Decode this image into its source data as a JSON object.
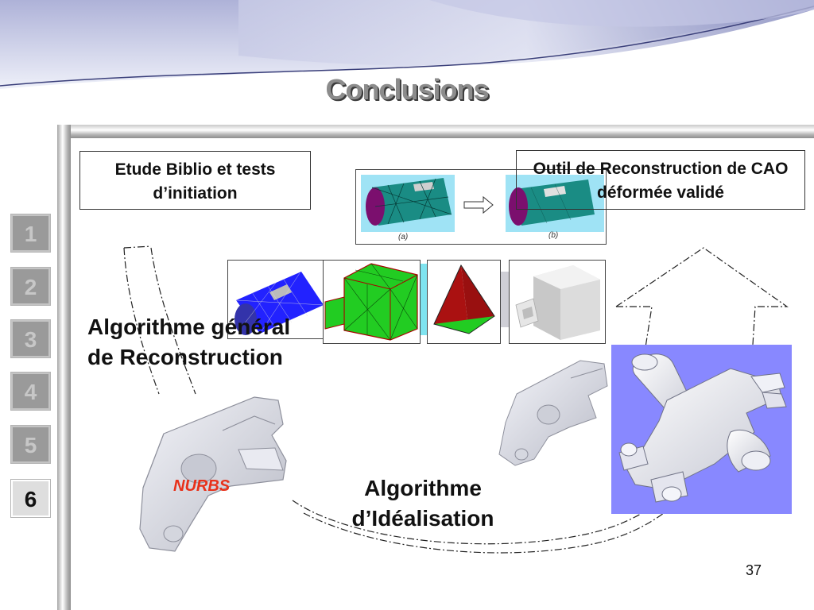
{
  "slide": {
    "title": "Conclusions",
    "page_number": "37"
  },
  "nav": {
    "items": [
      "1",
      "2",
      "3",
      "4",
      "5",
      "6"
    ],
    "active": "6"
  },
  "boxes": {
    "biblio": "Etude Biblio et tests d’initiation",
    "outil": "Outil de Reconstruction de CAO déformée validé"
  },
  "figure_labels": {
    "a": "(a)",
    "b": "(b)"
  },
  "labels": {
    "algo_general_line1": "Algorithme général",
    "algo_general_line2": "de Reconstruction",
    "algo_ideal_line1": "Algorithme",
    "algo_ideal_line2": "d’Idéalisation",
    "nurbs": "NURBS"
  },
  "colors": {
    "nurbs": "#e8311a",
    "mesh_teal": "#1a8c84",
    "mesh_blue": "#2222ff",
    "mesh_green": "#22cc22",
    "tetra_red": "#aa1111",
    "part_panel": "#8888ff",
    "nav_active": "#dedede",
    "nav_inactive": "#9a9a9a"
  }
}
